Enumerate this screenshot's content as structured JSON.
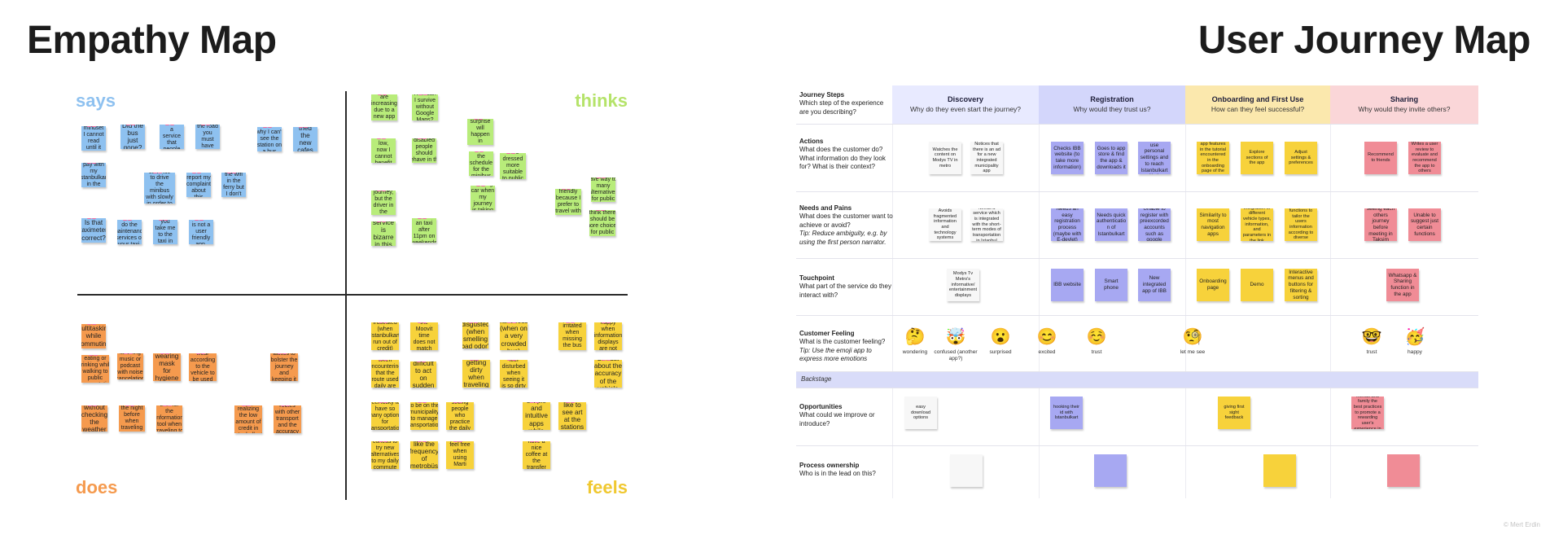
{
  "titles": {
    "left": "Empathy Map",
    "right": "User Journey Map"
  },
  "empathy": {
    "quadrants": {
      "says": {
        "label": "says",
        "color": "#8ec1f0"
      },
      "thinks": {
        "label": "thinks",
        "color": "#b5e36a"
      },
      "does": {
        "label": "does",
        "color": "#f59a4e"
      },
      "feels": {
        "label": "feels",
        "color": "#f0c830"
      }
    },
    "notes": {
      "says": [
        "What's written on that mindset I cannot read until it comes very close",
        "Did the bus just gone?",
        "They have removed a service that people were using.",
        "Before closing the road you must have informed us",
        "I can not understand why I can't see the station on a bus schedule",
        "Have you tried the new cafes on the boat?",
        "Why can't I pay with my Istanbulkart in the minibus?",
        "I will be late if we continue to drive the minibus with slowly in order to take more people",
        "Where can I report my complaint about this driver?",
        "I want to get the wifi in the ferry but I don't know how to",
        "Is that taximeter correct?",
        "You need to do the maintenance services of your taxi.",
        "Why can't you take me to the taxi in this route?",
        "Moovit is not a user friendly app."
      ],
      "thinks": [
        "My app numbers are increasing due to a new app for each service",
        "How can I survive without Google Maps?",
        "I wish my battery wasn't low, now I cannot benefit during my journey",
        "It is so easy where disabled people should behave in the public transportation",
        "Which regular surprise will happen in today's journey?",
        "Why do I need to check the schedule for the minibus to get the route",
        "I wish I were dressed more suitable to public transport.",
        "I am thinking to change to using car when my journey is taking much more than expected",
        "I am environmental friendly because I prefer to travel with public transportation",
        "I think I would have way too many alternatives for public transportation",
        "I just don't notice during the journey, but the driver in the metro have to stop their speaking",
        "Taksi service is bizarre in this city",
        "But still, I think there should be more choices for public transportation",
        "I can't call an taxi after 11pm on weekends"
      ],
      "does": [
        "multitasking while commuting",
        "Sometimes eating or drinking while walking to public transportation",
        "listening music or podcast with noise cancelation",
        "wearing mask for hygiene",
        "trying to wear according to the vehicle to be used that day",
        "developing personal tactics to bolster the journey and keeping it through just a bit",
        "cannot go out without checking the weather and traffic",
        "checking the route the night before when traveling to a new destination",
        "keeping much extra time for the information tool when traveling to go to a new place",
        "time to time realizing the low amount of credit in Istanbulkart",
        "checking different routes with other transport and the accuracy of the timetables"
      ],
      "feels": [
        "frustrated (when Istanbulkart run out of credit)",
        "stressed (when the Moovit time does not match with real location)",
        "disgusted (when smelling bad odor)",
        "nauseous (when on a very crowded bus)",
        "irritated when missing the bus",
        "do not feel happy when information displays are not working",
        "confused when encountering that the route used daily are closed",
        "find it difficult to act on sudden changes",
        "feeling like getting dirty when traveling in a big crowd",
        "feel disturbed when seeing it is so dirty",
        "feel distrust about the accuracy of the vehicle timetables",
        "feel lucky to have so many options for transportation",
        "to be on the municipality to manage transportation",
        "happy when seeing people who practice the daily commute properly",
        "enjoy simple and intuitive apps while traveling",
        "like to see art at the stations",
        "curious to try new alternatives to my daily commute",
        "like the frequency of metrobüs",
        "feel free when using Marti",
        "happy to have a nice coffee at the transfer stations"
      ]
    }
  },
  "journey": {
    "columns": [
      {
        "title": "Discovery",
        "subtitle": "Why do they even start the journey?",
        "color": "#e8eaff"
      },
      {
        "title": "Registration",
        "subtitle": "Why would they trust us?",
        "color": "#d3d6fb"
      },
      {
        "title": "Onboarding and First Use",
        "subtitle": "How can they feel successful?",
        "color": "#fbe8ad"
      },
      {
        "title": "Sharing",
        "subtitle": "Why would they invite others?",
        "color": "#fad6d8"
      }
    ],
    "rows": {
      "steps": {
        "title": "Journey Steps",
        "desc": "Which step of the experience are you describing?"
      },
      "actions": {
        "title": "Actions",
        "desc": "What does the customer do? What information do they look for? What is their context?"
      },
      "needs": {
        "title": "Needs and Pains",
        "desc": "What does the customer want to achieve or avoid?",
        "tip": "Tip: Reduce ambiguity, e.g. by using the first person narrator."
      },
      "touch": {
        "title": "Touchpoint",
        "desc": "What part of the service do they interact with?"
      },
      "feeling": {
        "title": "Customer Feeling",
        "desc": "What is the customer feeling?",
        "tip": "Tip: Use the emoji app to express more emotions"
      },
      "backstage": {
        "title": "Backstage"
      },
      "opps": {
        "title": "Opportunities",
        "desc": "What could we improve or introduce?"
      },
      "owner": {
        "title": "Process ownership",
        "desc": "Who is in the lead on this?"
      }
    },
    "notes": {
      "actions": [
        "Watches the content on Modys TV in metro",
        "Notices that there is an ad for a new integrated municipality app",
        "Checks IBB website (to take more information)",
        "Goes to app store & find the app & downloads it",
        "Sign up to be able to use personal settings and to reach Istanbulkart with the account",
        "Check the app features in the tutorial encountered in the onboarding page of the app",
        "Explore sections of the app",
        "Adjust settings & preferences",
        "Recommend to friends",
        "Writes a user review to evaluate and recommend the app to others"
      ],
      "needs": [
        "Avoids fragmented information and technology systems",
        "Needs a service which is integrated with the short-term modes of transportation in Istanbul",
        "Needs an easy registration process (maybe with E-devlet)",
        "Needs quick authenticatio n of Istanbulkart",
        "Unable to register with preexcorded accounts such as google",
        "Similarity to most navigation apps",
        "Integration of different vehicle types, information, and parameters in the link",
        "Helping functions to tailor the users information according to diverse parameters",
        "Needs seeing each others journey before meeting in Taksim Square",
        "Unable to suggest just certain functions"
      ],
      "touch": [
        "Modys Tv Metro's informative/ entertainment displays",
        "IBB website",
        "Smart phone",
        "New integrated app of IBB",
        "Onboarding page",
        "Demo",
        "Interactive menus and buttons for filtering & sorting",
        "Whatsapp & Sharing function in the app"
      ],
      "opps": [
        "easy download options",
        "hooking their id with Istanbulkart",
        "giving first sight feedback",
        "sharing with friends and family the best practices to promote a rewarding user's experience in advantage"
      ]
    },
    "feelings": [
      {
        "emoji": "🤔",
        "label": "wondering"
      },
      {
        "emoji": "🤯",
        "label": "confused (another app?)"
      },
      {
        "emoji": "😮",
        "label": "surprised"
      },
      {
        "emoji": "😊",
        "label": "excited"
      },
      {
        "emoji": "☺️",
        "label": "trust"
      },
      {
        "emoji": "🧐",
        "label": "let me see"
      },
      {
        "emoji": "🤓",
        "label": "trust"
      },
      {
        "emoji": "🥳",
        "label": "happy"
      }
    ]
  },
  "credit": "© Mert Erdin"
}
